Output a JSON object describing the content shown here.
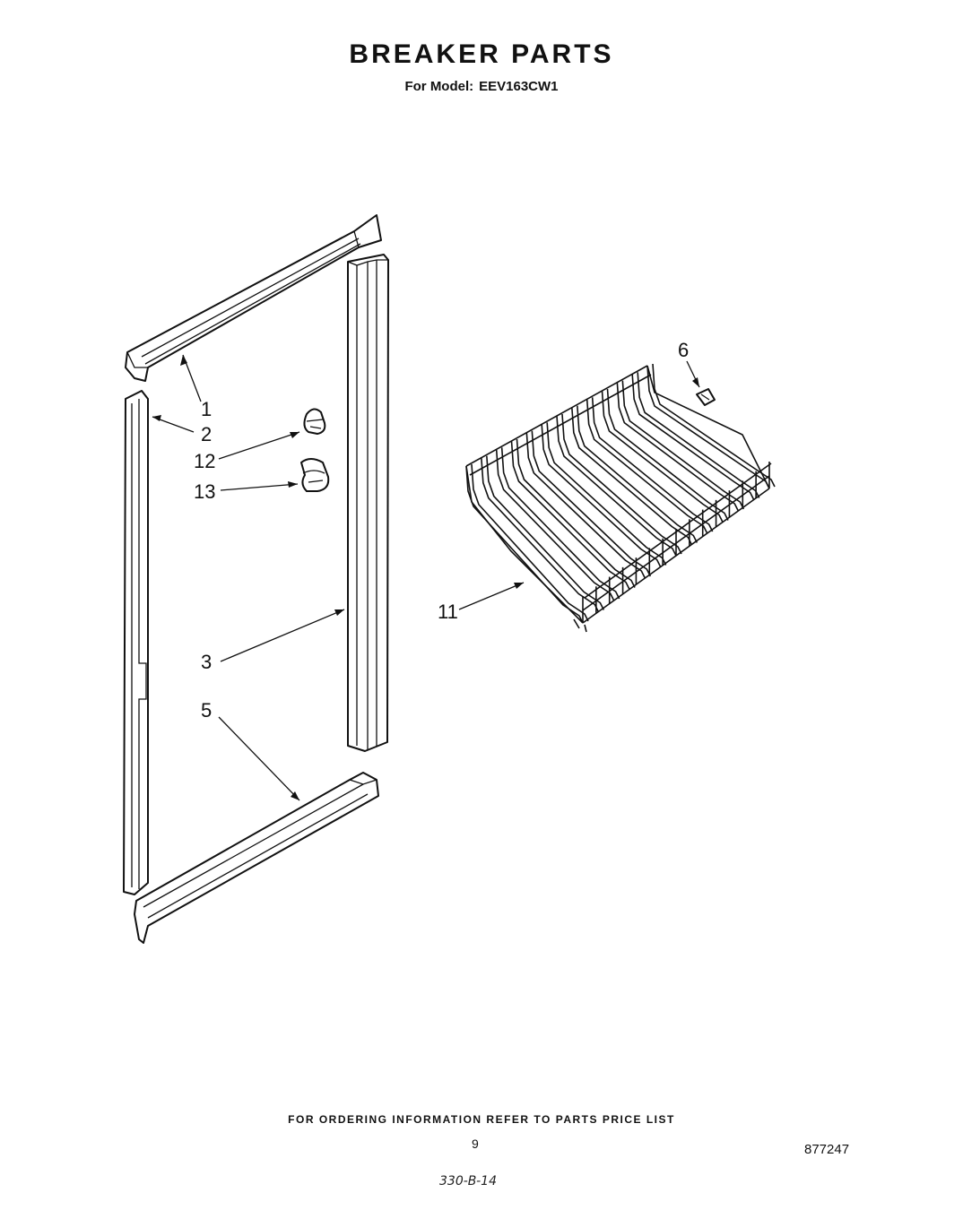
{
  "header": {
    "title": "BREAKER PARTS",
    "model_prefix": "For Model:",
    "model": "EEV163CW1"
  },
  "callouts": [
    {
      "id": "1",
      "part": "top-breaker"
    },
    {
      "id": "2",
      "part": "left-breaker"
    },
    {
      "id": "12",
      "part": "clip-a"
    },
    {
      "id": "13",
      "part": "clip-b"
    },
    {
      "id": "3",
      "part": "right-breaker"
    },
    {
      "id": "5",
      "part": "bottom-breaker"
    },
    {
      "id": "6",
      "part": "small-clip"
    },
    {
      "id": "11",
      "part": "wire-basket"
    }
  ],
  "footer": {
    "ordering_note": "FOR ORDERING INFORMATION REFER TO PARTS PRICE LIST",
    "page_number": "9",
    "document_number": "877247",
    "handwritten_note": "330-B-14"
  }
}
